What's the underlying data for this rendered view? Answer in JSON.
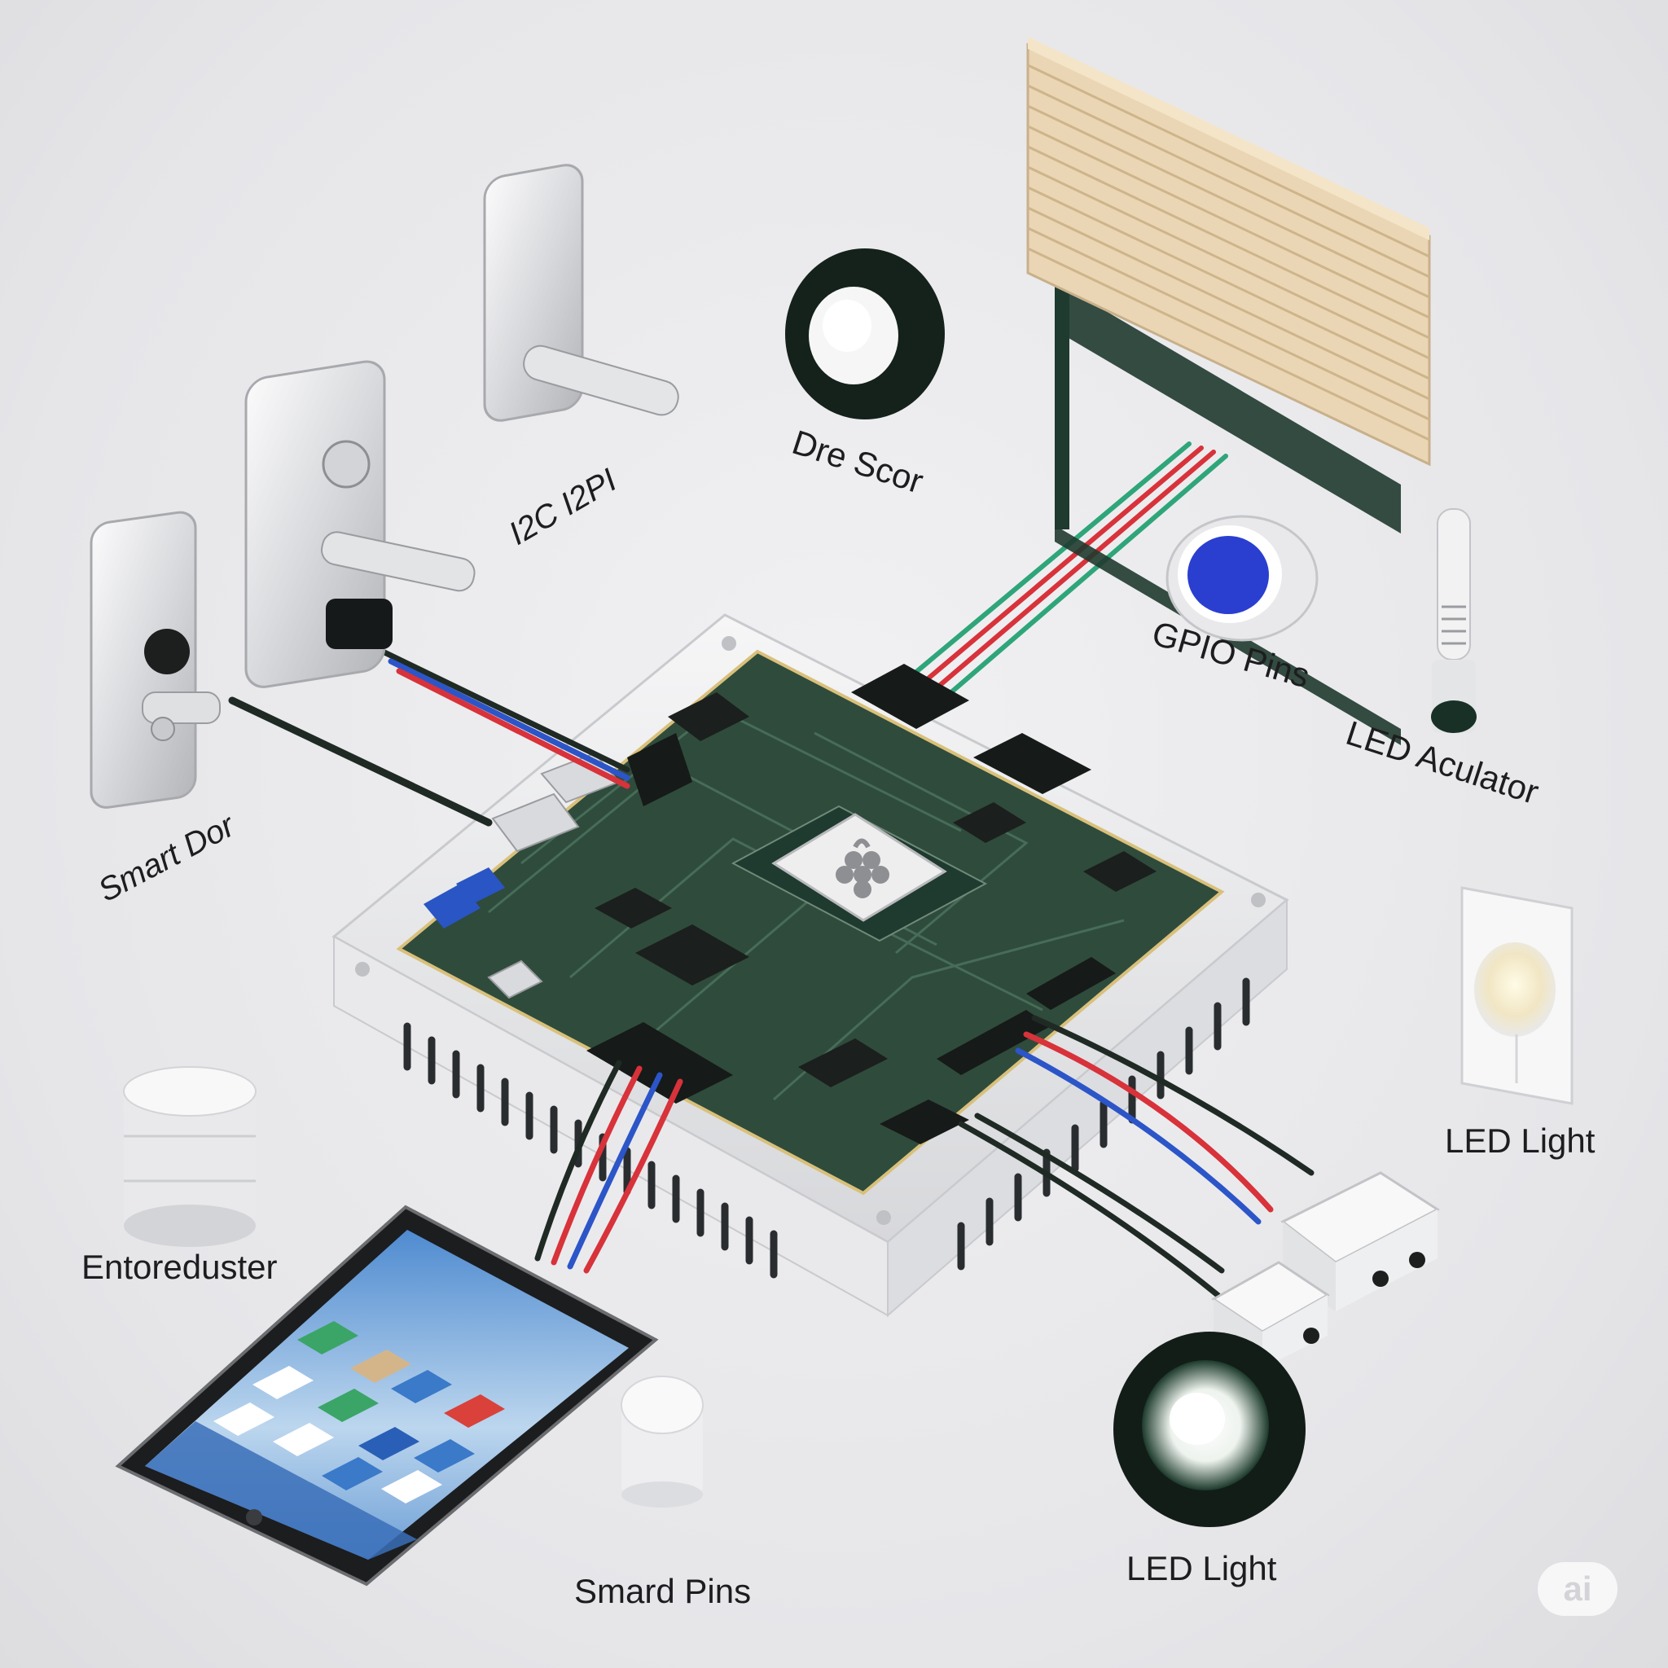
{
  "labels": {
    "i2c": "I2C I2PI",
    "dre_scor": "Dre Scor",
    "gpio": "GPIO Pins",
    "led_aculator": "LED Aculator",
    "smart_dor": "Smart Dor",
    "led_light_right": "LED Light",
    "entoreduster": "Entoreduster",
    "smard_pins": "Smard Pins",
    "led_light_bottom": "LED Light"
  },
  "watermark": "ai",
  "colors": {
    "pcb": "#2f4b3c",
    "wire_red": "#d8323a",
    "wire_blue": "#2c55c8",
    "wire_green": "#2fa57a",
    "wire_black": "#1f2a24",
    "blind": "#ead6b4",
    "sensor_blue": "#2a3fcf"
  }
}
